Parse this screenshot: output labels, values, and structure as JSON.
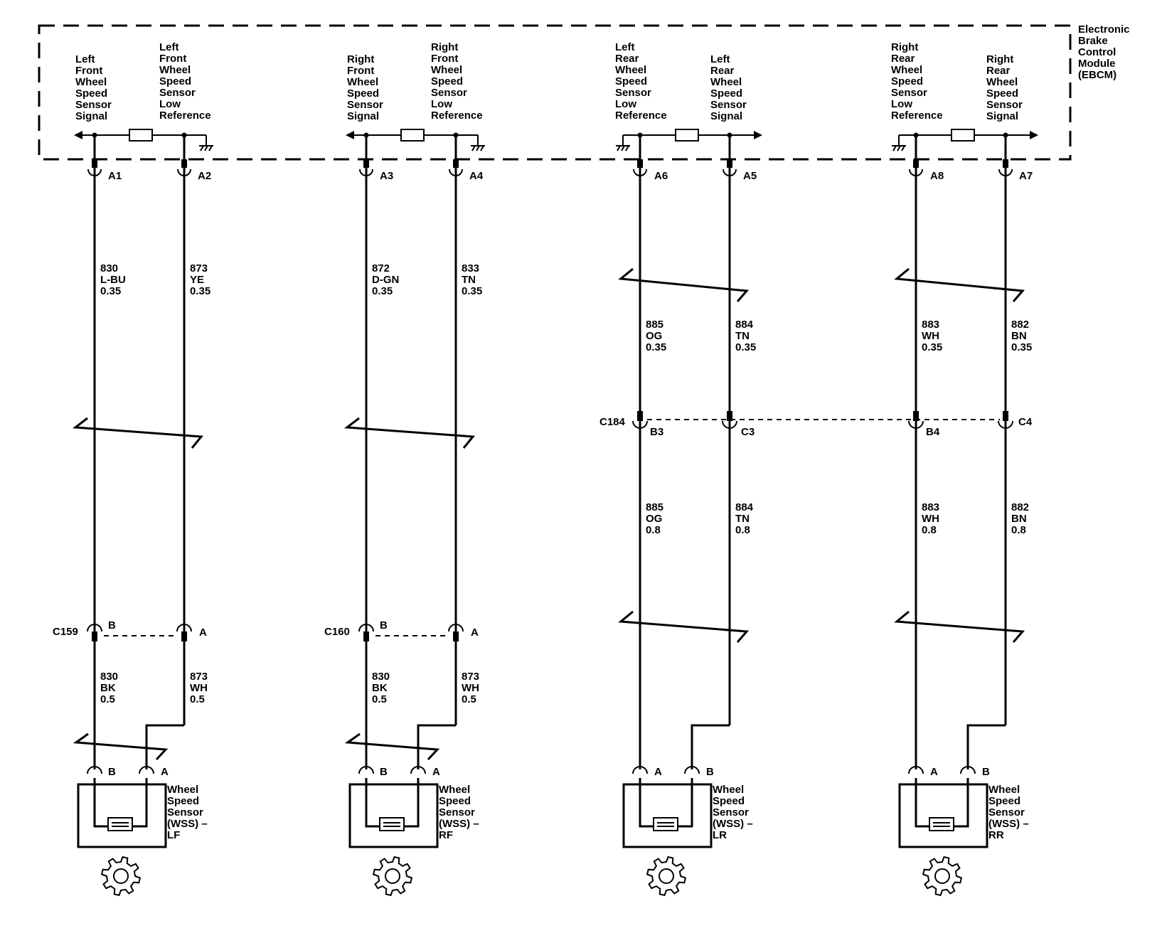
{
  "module": {
    "lines": [
      "Electronic",
      "Brake",
      "Control",
      "Module",
      "(EBCM)"
    ]
  },
  "channels": [
    {
      "id": "lf",
      "signal_label": [
        "Left",
        "Front",
        "Wheel",
        "Speed",
        "Sensor",
        "Signal"
      ],
      "low_ref_label": [
        "Left",
        "Front",
        "Wheel",
        "Speed",
        "Sensor",
        "Low",
        "Reference"
      ],
      "signal_pin": "A1",
      "low_ref_pin": "A2",
      "upper_signal_wire": [
        "830",
        "L-BU",
        "0.35"
      ],
      "upper_low_ref_wire": [
        "873",
        "YE",
        "0.35"
      ],
      "connector": "C159",
      "signal_conn_pin": "B",
      "low_ref_conn_pin": "A",
      "lower_signal_wire": [
        "830",
        "BK",
        "0.5"
      ],
      "lower_low_ref_wire": [
        "873",
        "WH",
        "0.5"
      ],
      "sensor_signal_pin": "B",
      "sensor_low_ref_pin": "A",
      "sensor_label": [
        "Wheel",
        "Speed",
        "Sensor",
        "(WSS) –",
        "LF"
      ]
    },
    {
      "id": "rf",
      "signal_label": [
        "Right",
        "Front",
        "Wheel",
        "Speed",
        "Sensor",
        "Signal"
      ],
      "low_ref_label": [
        "Right",
        "Front",
        "Wheel",
        "Speed",
        "Sensor",
        "Low",
        "Reference"
      ],
      "signal_pin": "A3",
      "low_ref_pin": "A4",
      "upper_signal_wire": [
        "872",
        "D-GN",
        "0.35"
      ],
      "upper_low_ref_wire": [
        "833",
        "TN",
        "0.35"
      ],
      "connector": "C160",
      "signal_conn_pin": "B",
      "low_ref_conn_pin": "A",
      "lower_signal_wire": [
        "830",
        "BK",
        "0.5"
      ],
      "lower_low_ref_wire": [
        "873",
        "WH",
        "0.5"
      ],
      "sensor_signal_pin": "B",
      "sensor_low_ref_pin": "A",
      "sensor_label": [
        "Wheel",
        "Speed",
        "Sensor",
        "(WSS) –",
        "RF"
      ]
    },
    {
      "id": "lr",
      "low_ref_label": [
        "Left",
        "Rear",
        "Wheel",
        "Speed",
        "Sensor",
        "Low",
        "Reference"
      ],
      "signal_label": [
        "Left",
        "Rear",
        "Wheel",
        "Speed",
        "Sensor",
        "Signal"
      ],
      "low_ref_pin": "A6",
      "signal_pin": "A5",
      "upper_low_ref_wire": [
        "885",
        "OG",
        "0.35"
      ],
      "upper_signal_wire": [
        "884",
        "TN",
        "0.35"
      ],
      "low_ref_conn_pin": "B3",
      "signal_conn_pin": "C3",
      "lower_low_ref_wire": [
        "885",
        "OG",
        "0.8"
      ],
      "lower_signal_wire": [
        "884",
        "TN",
        "0.8"
      ],
      "sensor_low_ref_pin": "A",
      "sensor_signal_pin": "B",
      "sensor_label": [
        "Wheel",
        "Speed",
        "Sensor",
        "(WSS) –",
        "LR"
      ]
    },
    {
      "id": "rr",
      "low_ref_label": [
        "Right",
        "Rear",
        "Wheel",
        "Speed",
        "Sensor",
        "Low",
        "Reference"
      ],
      "signal_label": [
        "Right",
        "Rear",
        "Wheel",
        "Speed",
        "Sensor",
        "Signal"
      ],
      "low_ref_pin": "A8",
      "signal_pin": "A7",
      "upper_low_ref_wire": [
        "883",
        "WH",
        "0.35"
      ],
      "upper_signal_wire": [
        "882",
        "BN",
        "0.35"
      ],
      "low_ref_conn_pin": "B4",
      "signal_conn_pin": "C4",
      "lower_low_ref_wire": [
        "883",
        "WH",
        "0.8"
      ],
      "lower_signal_wire": [
        "882",
        "BN",
        "0.8"
      ],
      "sensor_low_ref_pin": "A",
      "sensor_signal_pin": "B",
      "sensor_label": [
        "Wheel",
        "Speed",
        "Sensor",
        "(WSS) –",
        "RR"
      ]
    }
  ],
  "rear_connector": "C184"
}
